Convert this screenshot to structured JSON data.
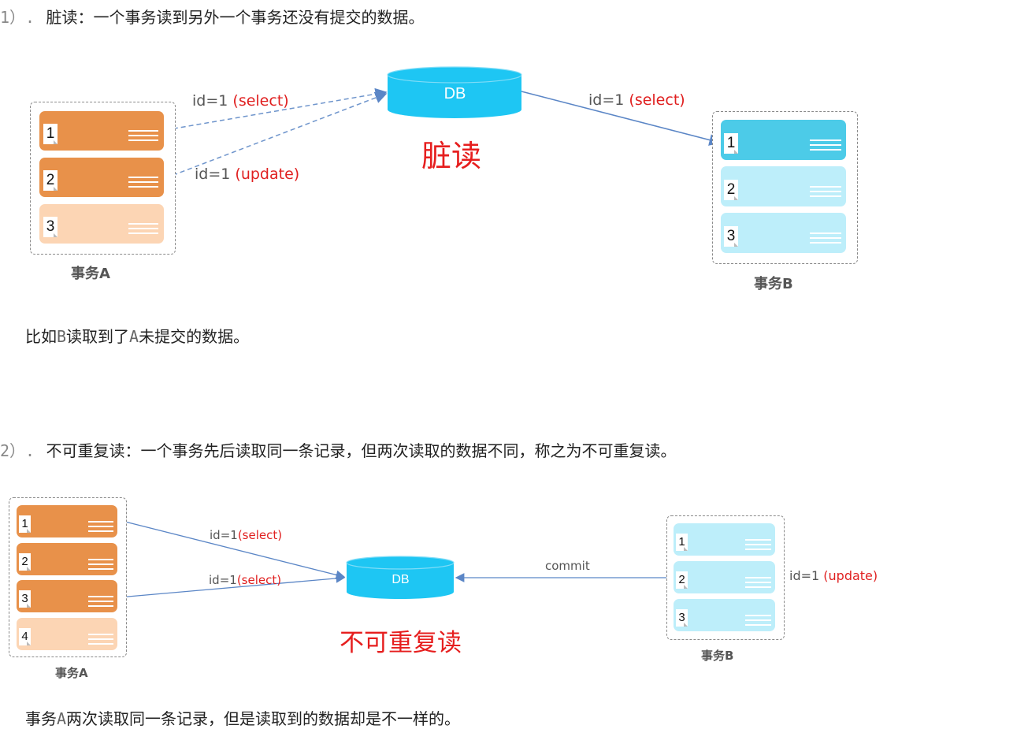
{
  "section1": {
    "number": "1）.",
    "title": "脏读：一个事务读到另外一个事务还没有提交的数据。",
    "db_label": "DB",
    "highlight": "脏读",
    "arrow_select_label": {
      "prefix": "id=1",
      "op": "(select)"
    },
    "arrow_update_label": {
      "prefix": "id=1",
      "op": "(update)"
    },
    "arrow_read_label": {
      "prefix": "id=1",
      "op": "(select)"
    },
    "txn_a": {
      "caption": "事务A",
      "rows": [
        "1",
        "2",
        "3"
      ]
    },
    "txn_b": {
      "caption": "事务B",
      "rows": [
        "1",
        "2",
        "3"
      ]
    },
    "note": {
      "pre": "比如",
      "b": "B",
      "mid": "读取到了",
      "a": "A",
      "post": "未提交的数据。"
    }
  },
  "section2": {
    "number": "2）.",
    "title": "不可重复读：一个事务先后读取同一条记录，但两次读取的数据不同，称之为不可重复读。",
    "db_label": "DB",
    "highlight": "不可重复读",
    "arrow_select1_label": {
      "prefix": "id=1",
      "op": "(select)"
    },
    "arrow_select2_label": {
      "prefix": "id=1",
      "op": "(select)"
    },
    "commit_label": "commit",
    "update_label": {
      "prefix": "id=1 ",
      "op": "(update)"
    },
    "txn_a": {
      "caption": "事务A",
      "rows": [
        "1",
        "2",
        "3",
        "4"
      ]
    },
    "txn_b": {
      "caption": "事务B",
      "rows": [
        "1",
        "2",
        "3"
      ]
    },
    "note": {
      "pre": "事务",
      "a": "A",
      "post": "两次读取同一条记录，但是读取到的数据却是不一样的。"
    }
  },
  "colors": {
    "orange": "#e8914a",
    "orange_light": "#fcd5b4",
    "cyan": "#4ccbe8",
    "cyan_light": "#bdeefa",
    "db": "#1ec6f3",
    "arrow": "#5b86c6",
    "red": "#e61e1e"
  }
}
